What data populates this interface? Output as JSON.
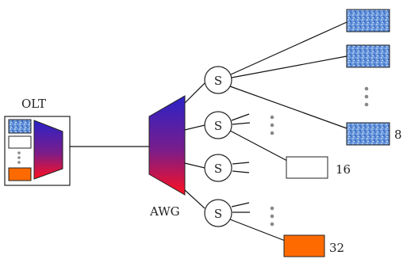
{
  "diagram": {
    "olt_label": "OLT",
    "awg_label": "AWG",
    "splitters": [
      {
        "label": "S"
      },
      {
        "label": "S"
      },
      {
        "label": "S"
      },
      {
        "label": "S"
      }
    ],
    "onu_counts": [
      "8",
      "16",
      "32"
    ],
    "colors": {
      "awg_top": "#2a22c8",
      "awg_mid": "#7a1d8a",
      "awg_bottom": "#ff1020",
      "onu_blue": "#5b8bd6",
      "onu_orange": "#ff6a00",
      "line": "#111111",
      "dots": "#888888"
    }
  }
}
